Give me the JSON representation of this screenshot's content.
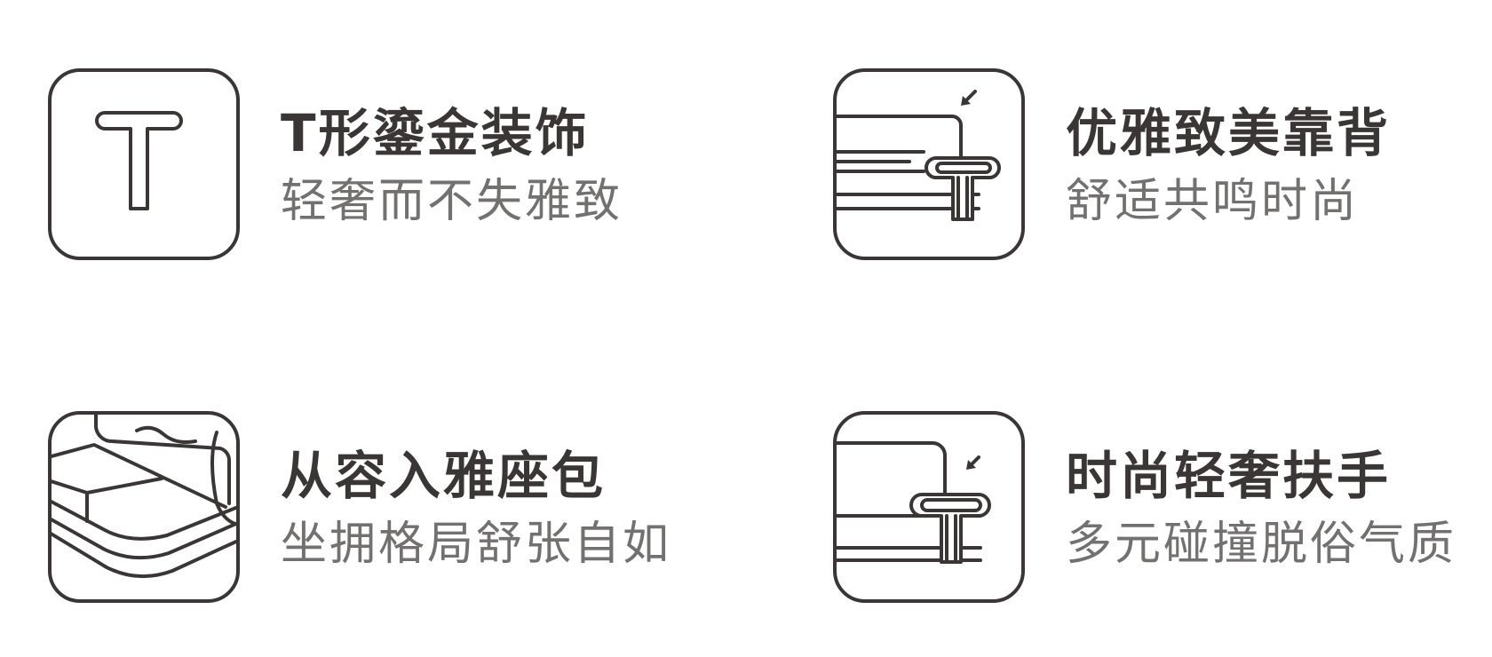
{
  "features": [
    {
      "title": "T形鎏金装饰",
      "subtitle": "轻奢而不失雅致",
      "icon": "t-shape-icon"
    },
    {
      "title": "优雅致美靠背",
      "subtitle": "舒适共鸣时尚",
      "icon": "sofa-backrest-icon"
    },
    {
      "title": "从容入雅座包",
      "subtitle": "坐拥格局舒张自如",
      "icon": "sofa-seat-cushion-icon"
    },
    {
      "title": "时尚轻奢扶手",
      "subtitle": "多元碰撞脱俗气质",
      "icon": "sofa-armrest-icon"
    }
  ],
  "colors": {
    "outline": "#3a3636",
    "title": "#3a3636",
    "subtitle": "#737070",
    "background": "#ffffff"
  }
}
